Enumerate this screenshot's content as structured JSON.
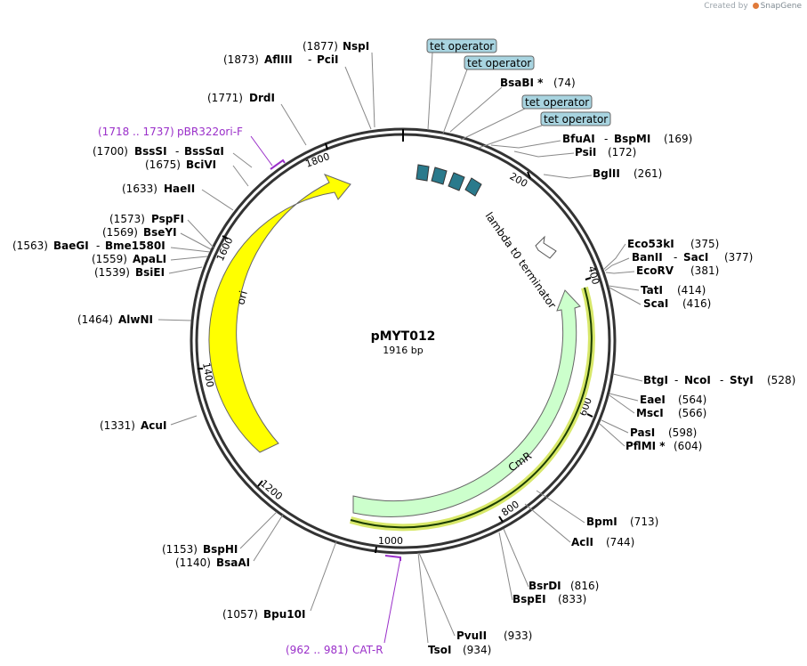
{
  "credit": {
    "prefix": "Created by",
    "brand": "SnapGene"
  },
  "plasmid": {
    "name": "pMYT012",
    "size_label": "1916 bp",
    "length": 1916
  },
  "ticks": [
    "200",
    "400",
    "600",
    "800",
    "1000",
    "1200",
    "1400",
    "1600",
    "1800"
  ],
  "features": {
    "ori": "ori",
    "cmr": "CmR",
    "terminator": "lambda t0 terminator",
    "operator": "tet operator"
  },
  "operator_boxes": [
    "tet operator",
    "tet operator",
    "tet operator",
    "tet operator"
  ],
  "primers": [
    {
      "label": "pBR322ori-F",
      "range": "(1718 .. 1737)"
    },
    {
      "label": "CAT-R",
      "range": "(962 .. 981)"
    }
  ],
  "enzymes": {
    "NspI": {
      "name": "NspI",
      "pos": "(1877)"
    },
    "AflIII": {
      "name": "AflIII",
      "pos": "(1873)"
    },
    "PciI": {
      "name": "PciI",
      "sep": "-"
    },
    "DrdI": {
      "name": "DrdI",
      "pos": "(1771)"
    },
    "BsaBI": {
      "name": "BsaBI *",
      "pos": "(74)"
    },
    "BfuAI": {
      "name": "BfuAI",
      "pos": "(169)"
    },
    "BspMI": {
      "name": "BspMI",
      "sep": "-"
    },
    "PsiI": {
      "name": "PsiI",
      "pos": "(172)"
    },
    "BglII": {
      "name": "BglII",
      "pos": "(261)"
    },
    "BssSI": {
      "name": "BssSI",
      "pos": "(1700)"
    },
    "BssSaI": {
      "name": "BssSαI",
      "sep": "-"
    },
    "BciVI": {
      "name": "BciVI",
      "pos": "(1675)"
    },
    "HaeII": {
      "name": "HaeII",
      "pos": "(1633)"
    },
    "PspFI": {
      "name": "PspFI",
      "pos": "(1573)"
    },
    "BseYI": {
      "name": "BseYI",
      "pos": "(1569)"
    },
    "BaeGI": {
      "name": "BaeGI",
      "pos": "(1563)"
    },
    "Bme1580I": {
      "name": "Bme1580I",
      "sep": "-"
    },
    "ApaLI": {
      "name": "ApaLI",
      "pos": "(1559)"
    },
    "BsiEI": {
      "name": "BsiEI",
      "pos": "(1539)"
    },
    "AlwNI": {
      "name": "AlwNI",
      "pos": "(1464)"
    },
    "AcuI": {
      "name": "AcuI",
      "pos": "(1331)"
    },
    "BspHI": {
      "name": "BspHI",
      "pos": "(1153)"
    },
    "BsaAI": {
      "name": "BsaAI",
      "pos": "(1140)"
    },
    "Bpu10I": {
      "name": "Bpu10I",
      "pos": "(1057)"
    },
    "Eco53kI": {
      "name": "Eco53kI",
      "pos": "(375)"
    },
    "BanII": {
      "name": "BanII",
      "pos": "(377)"
    },
    "SacI": {
      "name": "SacI",
      "sep": "-"
    },
    "EcoRV": {
      "name": "EcoRV",
      "pos": "(381)"
    },
    "TatI": {
      "name": "TatI",
      "pos": "(414)"
    },
    "ScaI": {
      "name": "ScaI",
      "pos": "(416)"
    },
    "BtgI": {
      "name": "BtgI",
      "pos": "(528)"
    },
    "NcoI": {
      "name": "NcoI",
      "sep": "-"
    },
    "StyI": {
      "name": "StyI",
      "sep": "-"
    },
    "EaeI": {
      "name": "EaeI",
      "pos": "(564)"
    },
    "MscI": {
      "name": "MscI",
      "pos": "(566)"
    },
    "PasI": {
      "name": "PasI",
      "pos": "(598)"
    },
    "PflMI": {
      "name": "PflMI *",
      "pos": "(604)"
    },
    "BpmI": {
      "name": "BpmI",
      "pos": "(713)"
    },
    "AclI": {
      "name": "AclI",
      "pos": "(744)"
    },
    "BsrDI": {
      "name": "BsrDI",
      "pos": "(816)"
    },
    "BspEI": {
      "name": "BspEI",
      "pos": "(833)"
    },
    "PvuII": {
      "name": "PvuII",
      "pos": "(933)"
    },
    "TsoI": {
      "name": "TsoI",
      "pos": "(934)"
    }
  },
  "colors": {
    "backbone": "#333333",
    "ori": "#ffff00",
    "cmr": "#ccffcc",
    "operator": "#2a7a8c",
    "operator_box": "#a8d4e0",
    "primer": "#9a2fc9",
    "highlight": "#d8e86a"
  }
}
